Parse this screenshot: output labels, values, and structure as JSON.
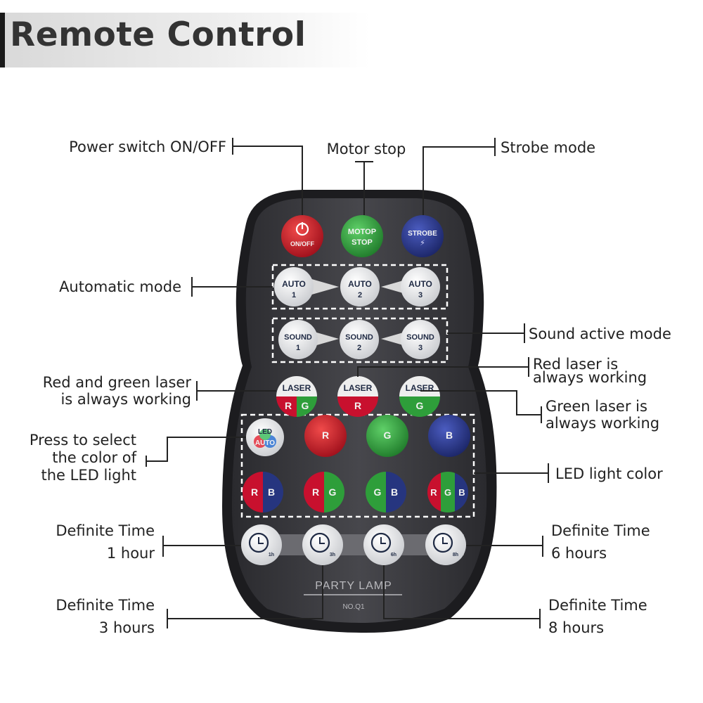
{
  "header": {
    "title": "Remote Control"
  },
  "labels": {
    "power": "Power switch ON/OFF",
    "motor": "Motor stop",
    "strobe": "Strobe mode",
    "auto": "Automatic mode",
    "sound": "Sound active mode",
    "red_laser_1": "Red  laser is",
    "red_laser_2": "always working",
    "rg_laser_1": "Red and green laser",
    "rg_laser_2": "is always working",
    "green_laser_1": "Green laser is",
    "green_laser_2": "always working",
    "press_1": "Press to select",
    "press_2": "the color of",
    "press_3": "the LED light",
    "led_color": "LED light color",
    "t1_1": "Definite Time",
    "t1_2": "1 hour",
    "t3_1": "Definite Time",
    "t3_2": "3 hours",
    "t6_1": "Definite Time",
    "t6_2": "6 hours",
    "t8_1": "Definite Time",
    "t8_2": "8 hours"
  },
  "buttons": {
    "power": "ON/OFF",
    "motor_1": "MOTOP",
    "motor_2": "STOP",
    "strobe": "STROBE",
    "auto": [
      "AUTO",
      "1",
      "2",
      "3"
    ],
    "sound": [
      "SOUND",
      "1",
      "2",
      "3"
    ],
    "laser": "LASER",
    "laser_r": "R",
    "laser_g": "G",
    "led_1": "LED",
    "led_2": "AUTO",
    "r": "R",
    "g": "G",
    "b": "B",
    "timers": [
      "1h",
      "3h",
      "6h",
      "8h"
    ]
  },
  "device": {
    "brand": "PARTY LAMP",
    "model": "NO.Q1"
  },
  "colors": {
    "red": "#c8102e",
    "green": "#2e9e3a",
    "blue": "#26357f",
    "body": "#3b3b3f"
  }
}
